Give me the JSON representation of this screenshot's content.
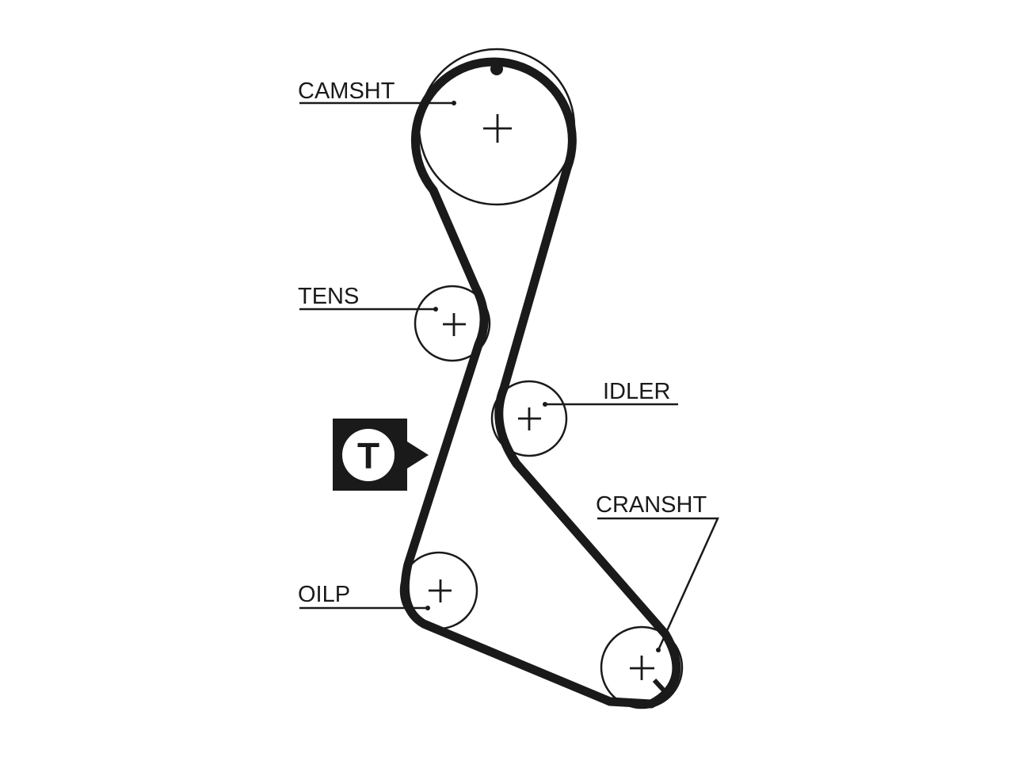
{
  "labels": {
    "camshaft": "CAMSHT",
    "tensioner": "TENS",
    "idler": "IDLER",
    "crankshaft": "CRANSHT",
    "oil_pump": "OILP"
  },
  "tension_badge": {
    "letter": "T"
  },
  "colors": {
    "ink": "#1a1a1a",
    "background": "#ffffff"
  }
}
